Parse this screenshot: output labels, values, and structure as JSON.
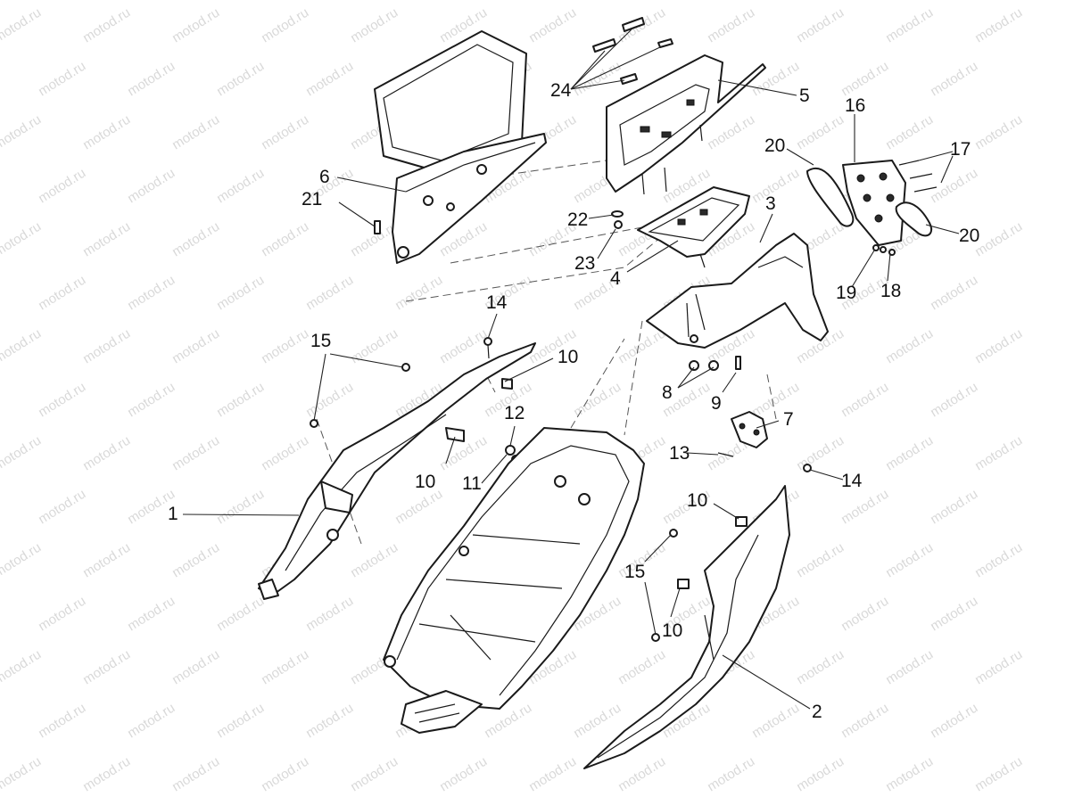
{
  "watermark": "motod.ru",
  "callouts": [
    {
      "id": "1",
      "text": "1"
    },
    {
      "id": "2",
      "text": "2"
    },
    {
      "id": "3",
      "text": "3"
    },
    {
      "id": "4",
      "text": "4"
    },
    {
      "id": "5",
      "text": "5"
    },
    {
      "id": "6",
      "text": "6"
    },
    {
      "id": "7",
      "text": "7"
    },
    {
      "id": "8",
      "text": "8"
    },
    {
      "id": "9",
      "text": "9"
    },
    {
      "id": "10a",
      "text": "10"
    },
    {
      "id": "10b",
      "text": "10"
    },
    {
      "id": "10c",
      "text": "10"
    },
    {
      "id": "10d",
      "text": "10"
    },
    {
      "id": "11",
      "text": "11"
    },
    {
      "id": "12",
      "text": "12"
    },
    {
      "id": "13",
      "text": "13"
    },
    {
      "id": "14a",
      "text": "14"
    },
    {
      "id": "14b",
      "text": "14"
    },
    {
      "id": "15a",
      "text": "15"
    },
    {
      "id": "15b",
      "text": "15"
    },
    {
      "id": "16",
      "text": "16"
    },
    {
      "id": "17",
      "text": "17"
    },
    {
      "id": "18",
      "text": "18"
    },
    {
      "id": "19",
      "text": "19"
    },
    {
      "id": "20a",
      "text": "20"
    },
    {
      "id": "20b",
      "text": "20"
    },
    {
      "id": "21",
      "text": "21"
    },
    {
      "id": "22",
      "text": "22"
    },
    {
      "id": "23",
      "text": "23"
    },
    {
      "id": "24",
      "text": "24"
    }
  ]
}
